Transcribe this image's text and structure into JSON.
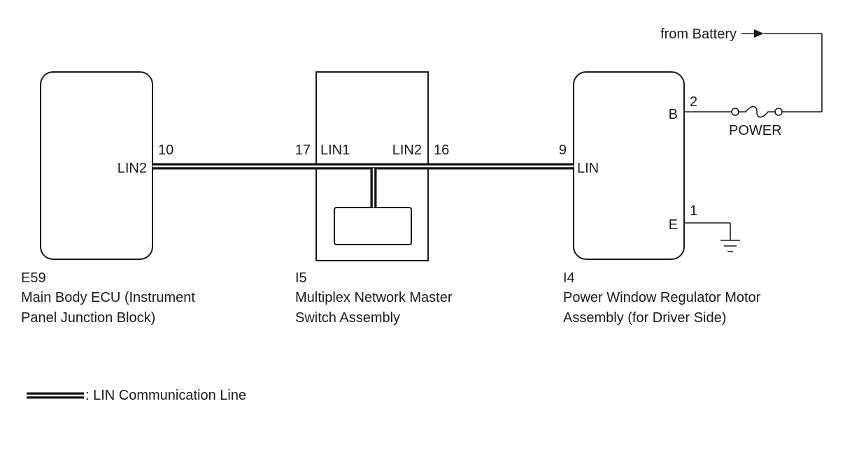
{
  "components": {
    "e59": {
      "code": "E59",
      "name_line1": "Main Body ECU (Instrument",
      "name_line2": "Panel Junction Block)",
      "terminal_name": "LIN2",
      "terminal_pin": "10"
    },
    "i5": {
      "code": "I5",
      "name_line1": "Multiplex Network Master",
      "name_line2": "Switch Assembly",
      "terminal_left_name": "LIN1",
      "terminal_left_pin": "17",
      "terminal_right_name": "LIN2",
      "terminal_right_pin": "16"
    },
    "i4": {
      "code": "I4",
      "name_line1": "Power Window Regulator Motor",
      "name_line2": "Assembly (for Driver Side)",
      "terminal_lin_name": "LIN",
      "terminal_lin_pin": "9",
      "terminal_b_name": "B",
      "terminal_b_pin": "2",
      "terminal_e_name": "E",
      "terminal_e_pin": "1"
    }
  },
  "fuse": {
    "label": "POWER"
  },
  "source": {
    "label": "from Battery"
  },
  "legend": {
    "text": ": LIN Communication Line"
  }
}
